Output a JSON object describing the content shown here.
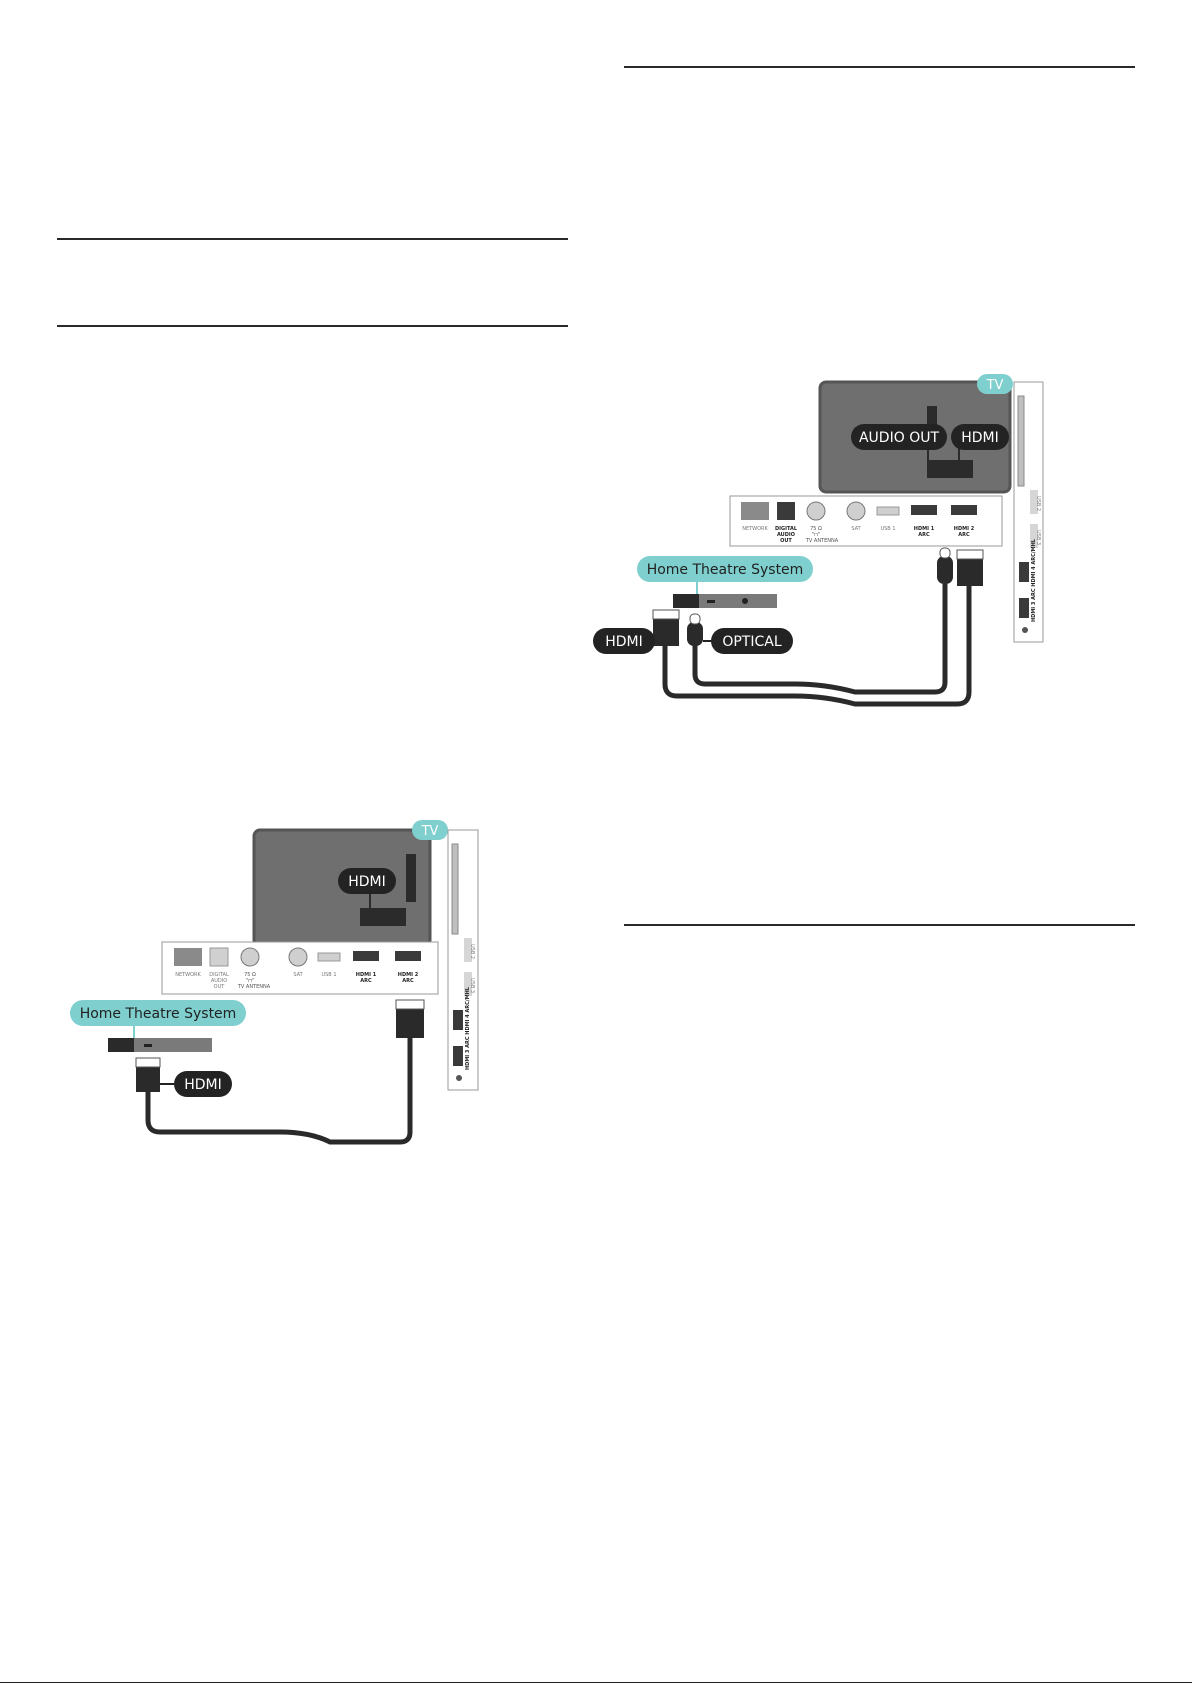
{
  "diagram_1": {
    "tv_badge": "TV",
    "tv_port_label": "HDMI",
    "device_label": "Home Theatre System",
    "device_port_label": "HDMI",
    "panel": {
      "network": "NETWORK",
      "digital_line1": "DIGITAL",
      "digital_line2": "AUDIO",
      "digital_line3": "OUT",
      "antenna_line1": "75 Ω",
      "antenna_line2": "\"⊓\"",
      "antenna_line3": "TV ANTENNA",
      "sat": "SAT",
      "usb1": "USB 1",
      "hdmi1_line1": "HDMI 1",
      "hdmi1_line2": "ARC",
      "hdmi2_line1": "HDMI 2",
      "hdmi2_line2": "ARC"
    },
    "side_panel": {
      "usb2": "USB 2",
      "usb3": "USB 3",
      "hdmi_vertical": "HDMI 3 ARC HDMI 4 ARC/MHL"
    }
  },
  "diagram_2": {
    "tv_badge": "TV",
    "tv_port_label_1": "AUDIO OUT",
    "tv_port_label_2": "HDMI",
    "device_label": "Home Theatre System",
    "device_port_label_1": "HDMI",
    "device_port_label_2": "OPTICAL",
    "panel": {
      "network": "NETWORK",
      "digital_line1": "DIGITAL",
      "digital_line2": "AUDIO",
      "digital_line3": "OUT",
      "antenna_line1": "75 Ω",
      "antenna_line2": "\"⊓\"",
      "antenna_line3": "TV ANTENNA",
      "sat": "SAT",
      "usb1": "USB 1",
      "hdmi1_line1": "HDMI 1",
      "hdmi1_line2": "ARC",
      "hdmi2_line1": "HDMI 2",
      "hdmi2_line2": "ARC"
    },
    "side_panel": {
      "usb2": "USB 2",
      "usb3": "USB 3",
      "hdmi_vertical": "HDMI 3 ARC HDMI 4 ARC/MHL"
    }
  },
  "colors": {
    "tv_body": "#6f6f6f",
    "badge": "#7fcfcf",
    "label_dark": "#232323",
    "cable": "#2a2a2a"
  }
}
